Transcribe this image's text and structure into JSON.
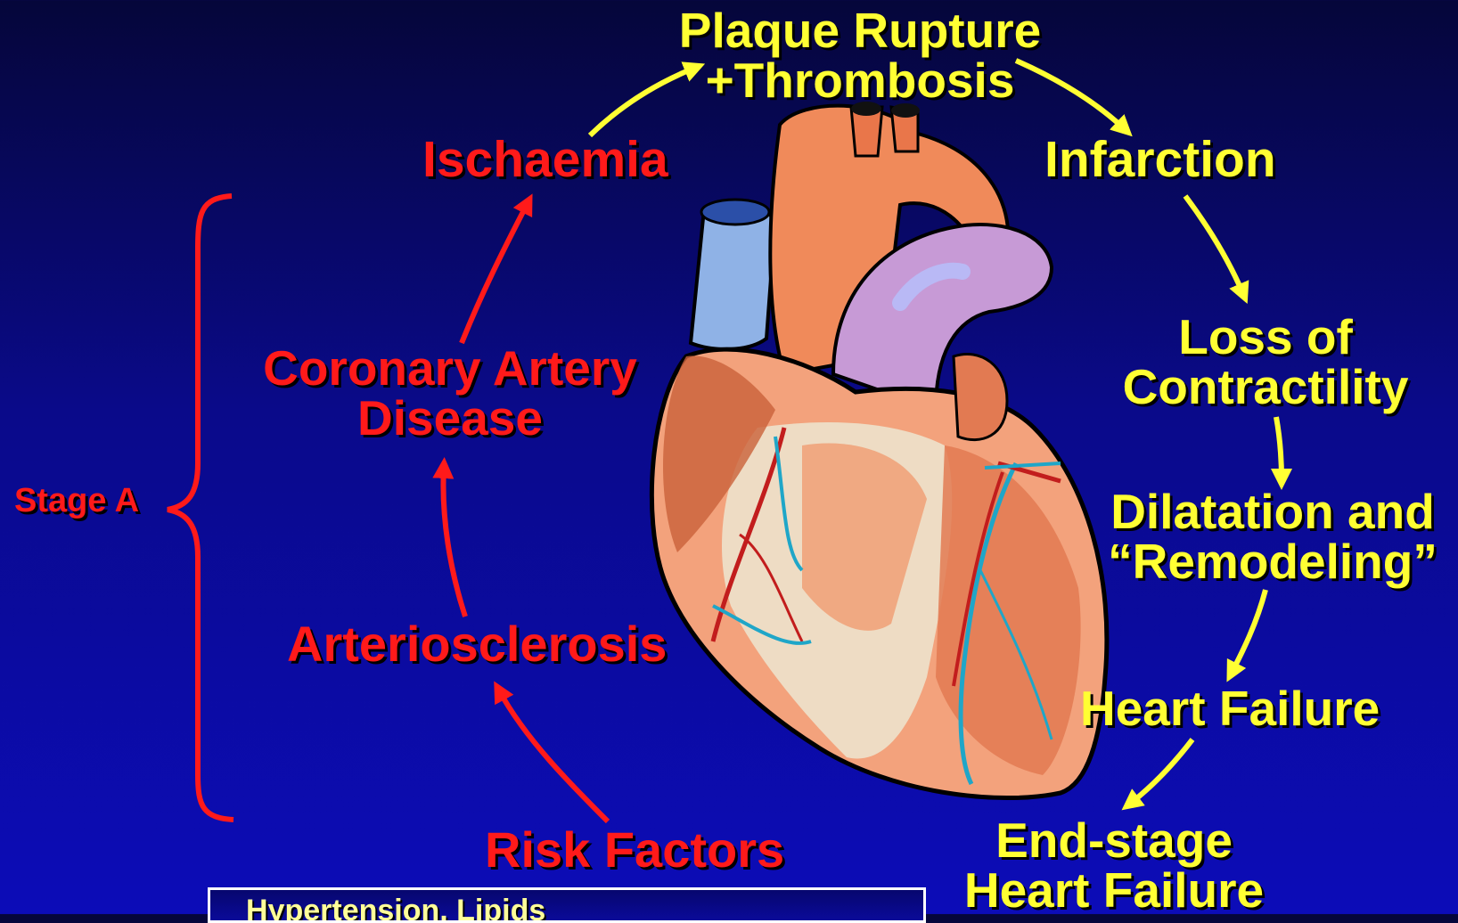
{
  "diagram": {
    "left_chain": {
      "ischaemia": "Ischaemia",
      "cad_line1": "Coronary Artery",
      "cad_line2": "Disease",
      "arteriosclerosis": "Arteriosclerosis",
      "risk_factors": "Risk Factors"
    },
    "right_chain": {
      "plaque_line1": "Plaque Rupture",
      "plaque_line2": "+Thrombosis",
      "infarction": "Infarction",
      "loss_line1": "Loss of",
      "loss_line2": "Contractility",
      "dilatation_line1": "Dilatation and",
      "dilatation_line2": "“Remodeling”",
      "heart_failure": "Heart Failure",
      "endstage_line1": "End-stage",
      "endstage_line2": "Heart Failure"
    },
    "stage_label": "Stage A",
    "risk_box_text": "Hypertension, Lipids",
    "colors": {
      "left_chain": "#ff1a1a",
      "right_chain": "#ffff33",
      "background": "#0a0a99"
    },
    "illustration": "heart-illustration"
  }
}
